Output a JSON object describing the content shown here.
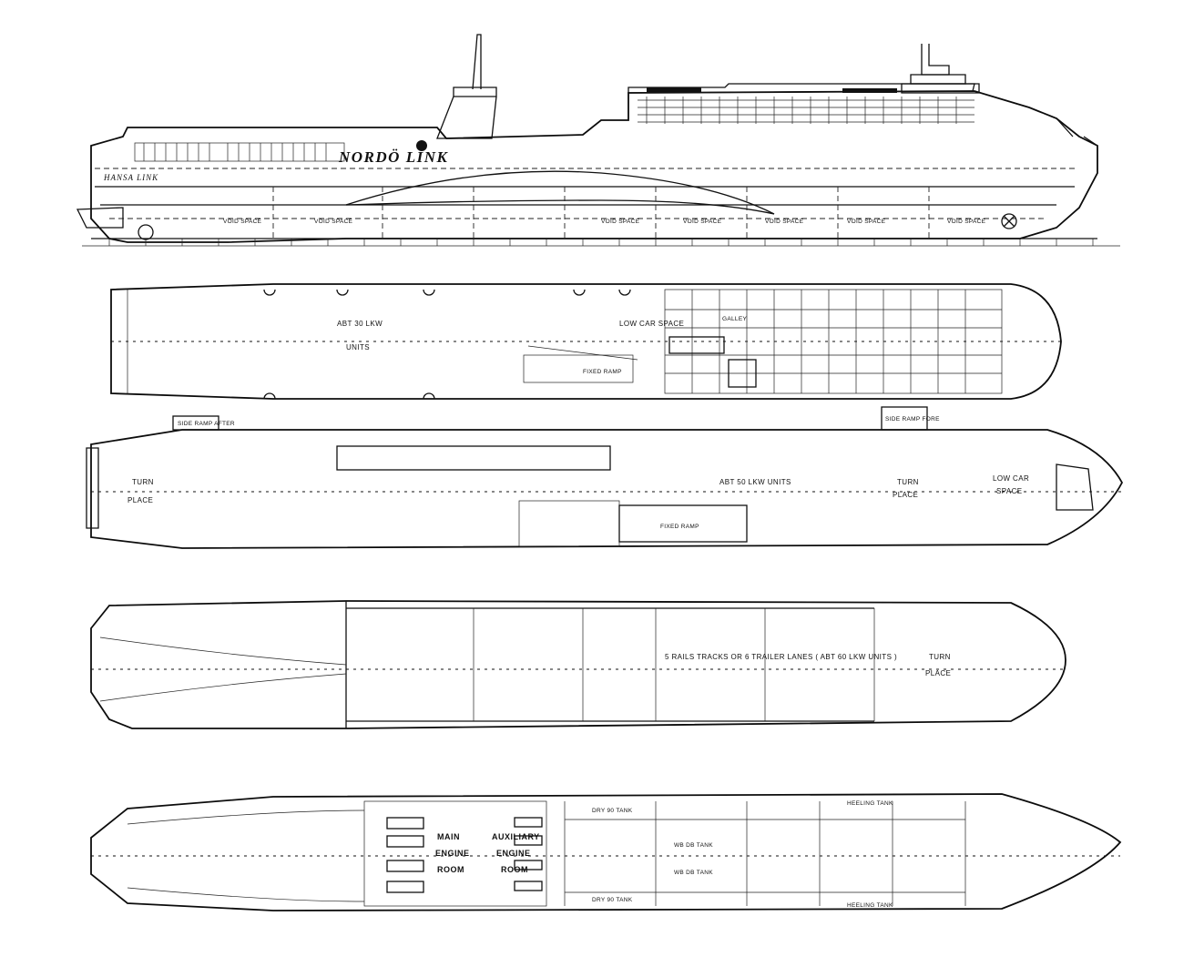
{
  "profile": {
    "ship_name": "NORDÖ LINK",
    "stern_name": "HANSA LINK",
    "labels": [
      "VOID SPACE",
      "VOID SPACE",
      "VOID SPACE",
      "VOID SPACE",
      "VOID SPACE",
      "VOID SPACE",
      "VOID SPACE"
    ]
  },
  "upper_deck": {
    "cargo_label": "ABT 30 LKW",
    "units_label": "UNITS",
    "low_car_label": "LOW CAR SPACE",
    "ramp_label": "FIXED RAMP",
    "galley_label": "GALLEY"
  },
  "main_deck": {
    "cargo_label": "ABT 50 LKW UNITS",
    "turn_aft": "TURN",
    "place_aft": "PLACE",
    "turn_fwd": "TURN",
    "place_fwd": "PLACE",
    "low_car": "LOW CAR",
    "space": "SPACE",
    "ramp_label": "FIXED RAMP",
    "side_ramp_aft": "SIDE RAMP AFTER",
    "side_ramp_fwd": "SIDE RAMP FORE"
  },
  "tank_deck": {
    "cargo_label": "5 RAILS TRACKS OR 6 TRAILER LANES ( ABT 60 LKW UNITS )",
    "turn": "TURN",
    "place": "PLACE"
  },
  "engine_deck": {
    "main_1": "MAIN",
    "main_2": "ENGINE",
    "main_3": "ROOM",
    "aux_1": "AUXILIARY",
    "aux_2": "ENGINE",
    "aux_3": "ROOM",
    "tank_labels": [
      "DRY 90 TANK",
      "DRY 90 TANK",
      "HEELING TANK",
      "HEELING TANK",
      "WB DB TANK",
      "WB DB TANK"
    ]
  }
}
